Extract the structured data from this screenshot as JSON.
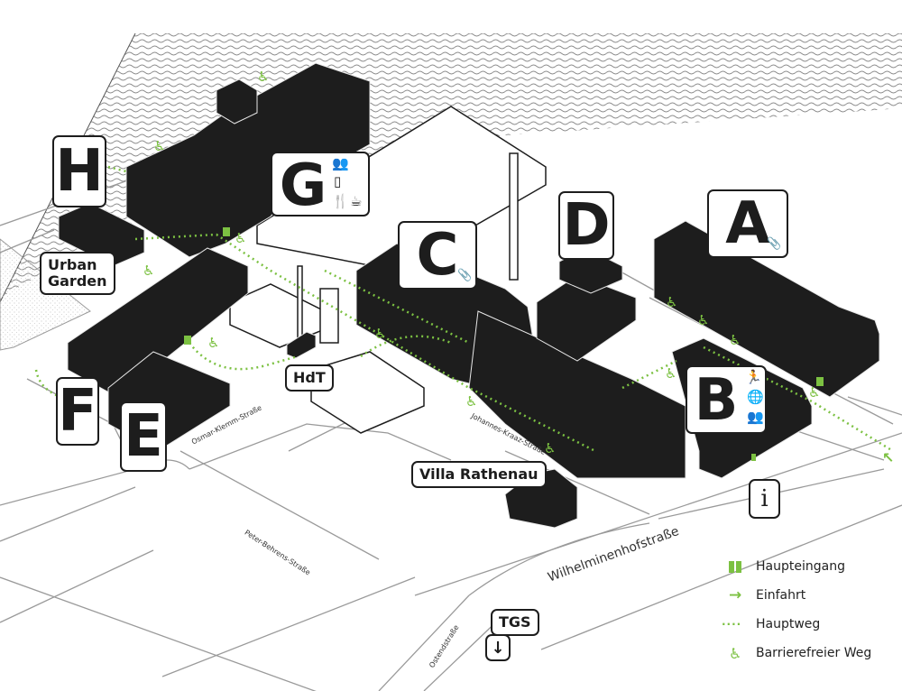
{
  "map": {
    "buildings": [
      {
        "id": "A",
        "label": "A",
        "icons": [
          "paperclip-icon"
        ]
      },
      {
        "id": "B",
        "label": "B",
        "icons": [
          "runner-icon",
          "globe-icon",
          "people-table-icon"
        ]
      },
      {
        "id": "C",
        "label": "C",
        "icons": [
          "paperclip-icon"
        ]
      },
      {
        "id": "D",
        "label": "D",
        "icons": []
      },
      {
        "id": "E",
        "label": "E",
        "icons": []
      },
      {
        "id": "F",
        "label": "F",
        "icons": []
      },
      {
        "id": "G",
        "label": "G",
        "icons": [
          "audience-icon",
          "locker-icon",
          "cutlery-icon",
          "coffee-icon"
        ]
      },
      {
        "id": "H",
        "label": "H",
        "icons": []
      }
    ],
    "places": {
      "urban_garden": "Urban\nGarden",
      "urban_garden_line1": "Urban",
      "urban_garden_line2": "Garden",
      "hdt": "HdT",
      "villa": "Villa Rathenau",
      "tgs": "TGS",
      "info": "i"
    },
    "streets": {
      "osmar": "Osmar-Klemm-Straße",
      "johannes": "Johannes-Kraaz-Straße",
      "peter": "Peter-Behrens-Straße",
      "wilhelminenhof": "Wilhelminenhofstraße",
      "ostend": "Ostendstraße"
    }
  },
  "legend": {
    "items": [
      {
        "symbol": "main-entrance",
        "label": "Haupteingang"
      },
      {
        "symbol": "driveway-arrow",
        "label": "Einfahrt"
      },
      {
        "symbol": "main-path",
        "label": "Hauptweg"
      },
      {
        "symbol": "wheelchair",
        "label": "Barrierefreier Weg"
      }
    ]
  },
  "colors": {
    "accent": "#7cc142",
    "building": "#1d1d1d",
    "road": "#9a9a9a",
    "water": "#8c8c8c"
  }
}
